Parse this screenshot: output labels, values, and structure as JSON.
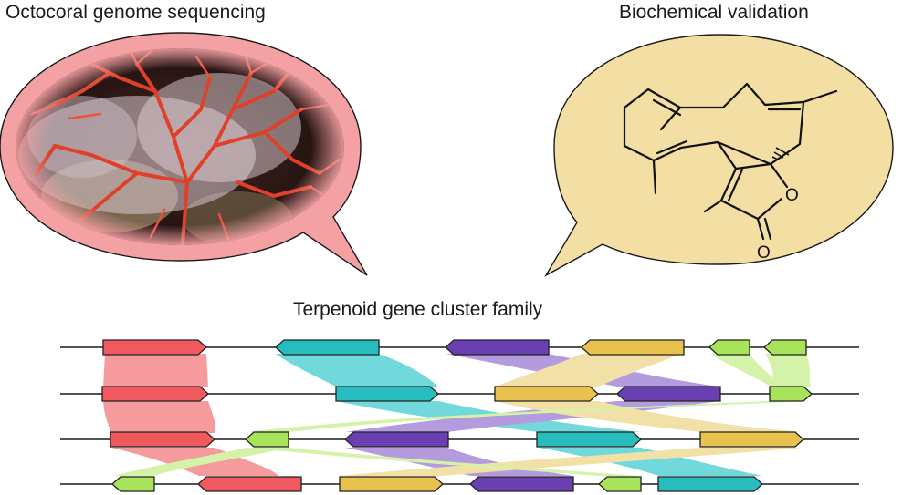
{
  "panels": {
    "genome_title": "Octocoral genome sequencing",
    "validation_title": "Biochemical validation",
    "cluster_title": "Terpenoid gene cluster family"
  },
  "molecule": {
    "oxygen_label": "O"
  },
  "colors": {
    "coral_bubble": "#f4a1a3",
    "molecule_bubble": "#f3dfa4",
    "gene_red": "#f05a5e",
    "gene_teal": "#27bdbf",
    "gene_purple": "#6a3fb2",
    "gene_yellow": "#e8c14e",
    "gene_green": "#a7e45a",
    "link_red": "#f48a8d",
    "link_teal": "#59d3d6",
    "link_purple": "#a78ad8",
    "link_yellow": "#f0dc98",
    "link_green": "#cdf29a"
  }
}
